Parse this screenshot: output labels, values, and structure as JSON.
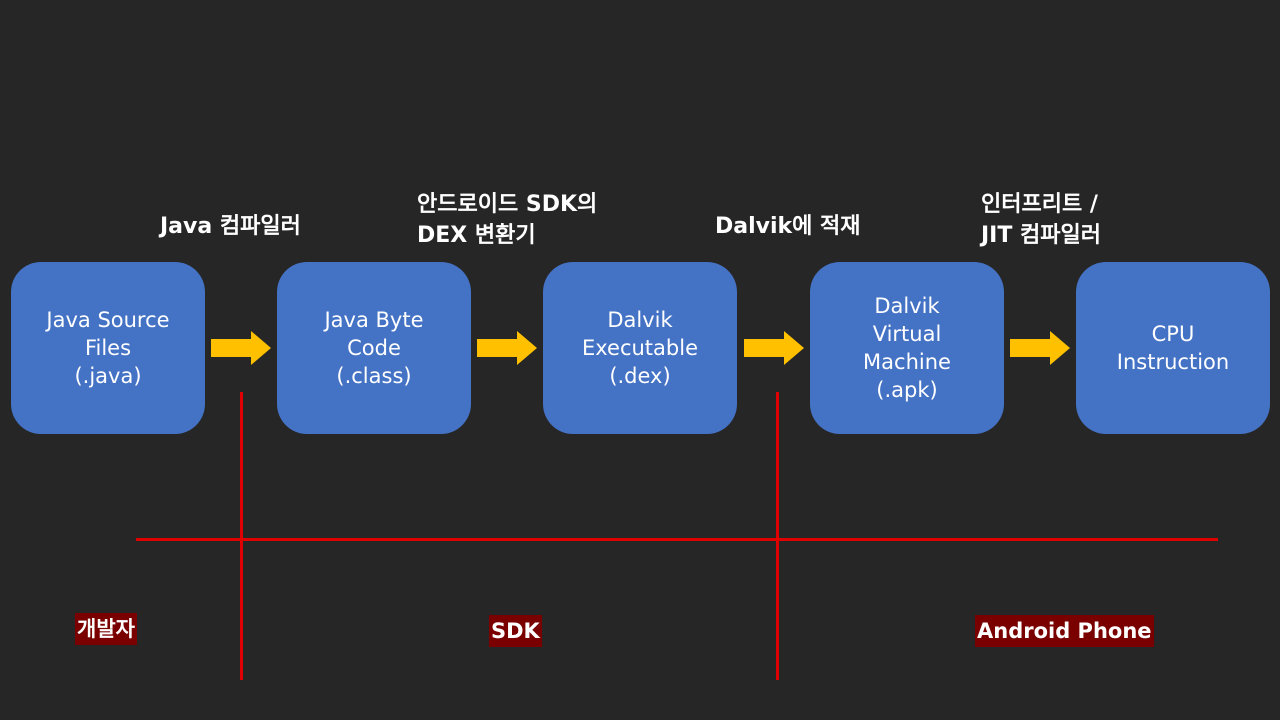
{
  "steps": [
    {
      "lines": [
        "Java 컴파일러"
      ]
    },
    {
      "lines": [
        "안드로이드 SDK의",
        "DEX 변환기"
      ]
    },
    {
      "lines": [
        "Dalvik에 적재"
      ]
    },
    {
      "lines": [
        "인터프리트 /",
        "JIT 컴파일러"
      ]
    }
  ],
  "boxes": [
    {
      "lines": [
        "Java Source",
        "Files",
        "(.java)"
      ]
    },
    {
      "lines": [
        "Java Byte",
        "Code",
        "(.class)"
      ]
    },
    {
      "lines": [
        "Dalvik",
        "Executable",
        "(.dex)"
      ]
    },
    {
      "lines": [
        "Dalvik",
        "Virtual",
        "Machine",
        "(.apk)"
      ]
    },
    {
      "lines": [
        "CPU",
        "Instruction"
      ]
    }
  ],
  "zones": {
    "developer": "개발자",
    "sdk": "SDK",
    "phone": "Android Phone"
  },
  "colors": {
    "background": "#262626",
    "box": "#4472C4",
    "arrow": "#FFC000",
    "divider": "#E00000",
    "zone_label_bg": "#7A0000"
  }
}
